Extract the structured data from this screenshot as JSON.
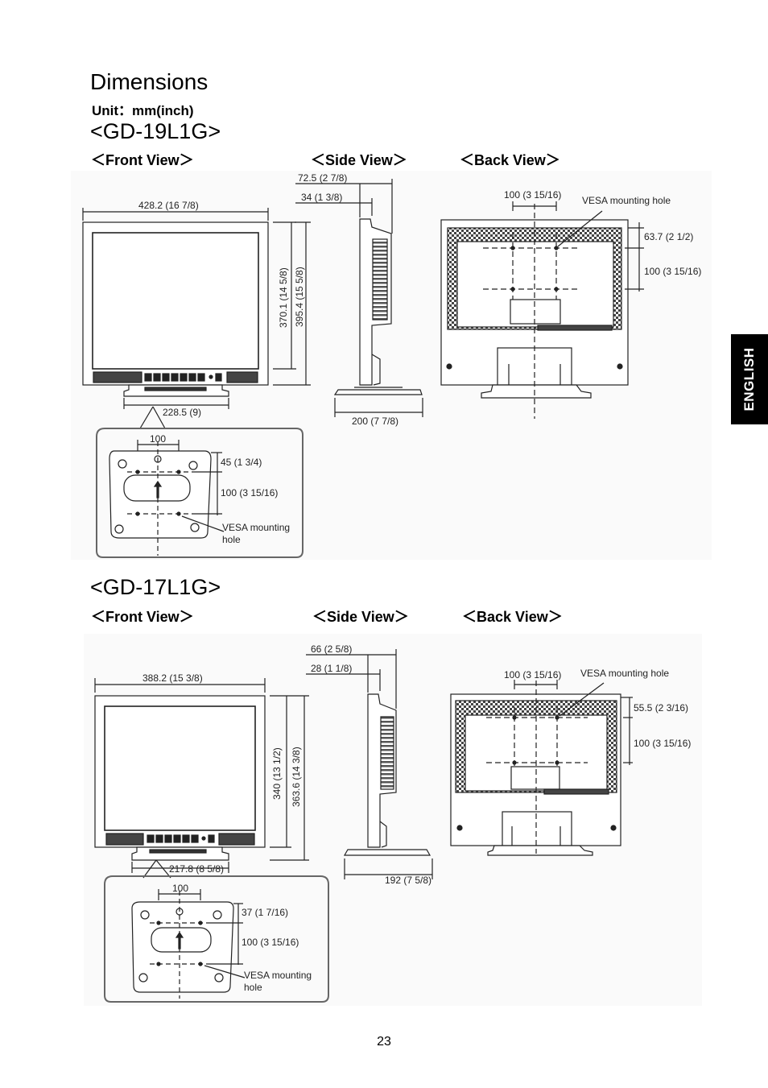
{
  "page": {
    "title": "Dimensions",
    "unit": "Unit：mm(inch)",
    "side_tab": "ENGLISH",
    "page_number": "23"
  },
  "models": [
    {
      "name": "<GD-19L1G>",
      "views": {
        "front": "＜Front View＞",
        "side": "＜Side View＞",
        "back": "＜Back View＞"
      },
      "dims": {
        "width": "428.2 (16 7/8)",
        "screen_height": "370.1 (14 5/8)",
        "total_height": "395.4 (15 5/8)",
        "stand_width": "228.5 (9)",
        "depth_total": "72.5 (2 7/8)",
        "depth_panel": "34 (1 3/8)",
        "stand_depth": "200 (7 7/8)",
        "vesa_width": "100 (3 15/16)",
        "vesa_label": "VESA mounting hole",
        "vesa_top": "63.7 (2 1/2)",
        "vesa_height": "100 (3 15/16)",
        "base_width": "100",
        "base_top": "45 (1 3/4)",
        "base_height": "100 (3 15/16)",
        "base_vesa_label_1": "VESA mounting",
        "base_vesa_label_2": "hole"
      }
    },
    {
      "name": "<GD-17L1G>",
      "views": {
        "front": "＜Front View＞",
        "side": "＜Side View＞",
        "back": "＜Back View＞"
      },
      "dims": {
        "width": "388.2 (15 3/8)",
        "screen_height": "340 (13 1/2)",
        "total_height": "363.6 (14 3/8)",
        "stand_width": "217.8 (8 5/8)",
        "depth_total": "66 (2 5/8)",
        "depth_panel": "28 (1 1/8)",
        "stand_depth": "192 (7 5/8)",
        "vesa_width": "100 (3 15/16)",
        "vesa_label": "VESA mounting hole",
        "vesa_top": "55.5 (2 3/16)",
        "vesa_height": "100 (3 15/16)",
        "base_width": "100",
        "base_top": "37 (1 7/16)",
        "base_height": "100 (3 15/16)",
        "base_vesa_label_1": "VESA mounting",
        "base_vesa_label_2": "hole"
      }
    }
  ]
}
